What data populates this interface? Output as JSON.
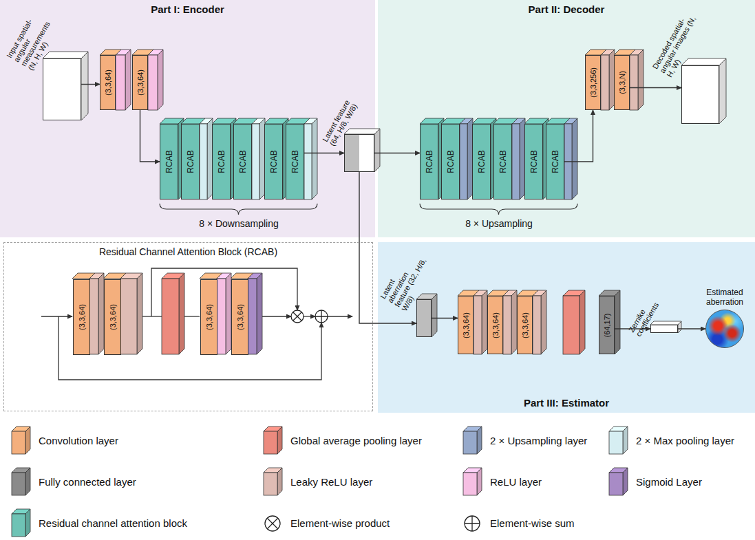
{
  "diagram": {
    "nodes": [
      {
        "text": [
          "Part I: Encoder"
        ]
      },
      {
        "text": [
          "Input spatial-angular measurements (N, H, W)"
        ],
        "in": 0
      },
      {
        "text": [
          "(3,3,64)"
        ],
        "in": 0
      },
      {
        "text": [
          "(3,3,64)"
        ],
        "in": 0
      },
      {
        "text": [
          "RCAB"
        ],
        "in": 0
      },
      {
        "text": [
          "RCAB"
        ],
        "in": 0
      },
      {
        "text": [
          "RCAB"
        ],
        "in": 0
      },
      {
        "text": [
          "RCAB"
        ],
        "in": 0
      },
      {
        "text": [
          "RCAB"
        ],
        "in": 0
      },
      {
        "text": [
          "RCAB"
        ],
        "in": 0
      },
      {
        "text": [
          "Latent feature (64, H/8, W/8)"
        ]
      },
      {
        "text": [
          "Part II: Decoder"
        ]
      },
      {
        "text": [
          "RCAB"
        ],
        "in": 11
      },
      {
        "text": [
          "RCAB"
        ],
        "in": 11
      },
      {
        "text": [
          "RCAB"
        ],
        "in": 11
      },
      {
        "text": [
          "RCAB"
        ],
        "in": 11
      },
      {
        "text": [
          "RCAB"
        ],
        "in": 11
      },
      {
        "text": [
          "RCAB"
        ],
        "in": 11
      },
      {
        "text": [
          "(3,3,256)"
        ],
        "in": 11
      },
      {
        "text": [
          "(3,3,N)"
        ],
        "in": 11
      },
      {
        "text": [
          "Decoded spatial-angular images (N, H, W)"
        ],
        "in": 11
      },
      {
        "text": [
          "Residual Channel Attention Block (RCAB)"
        ]
      },
      {
        "text": [
          "(3,3,64)"
        ],
        "in": 21
      },
      {
        "text": [
          "(3,3,64)"
        ],
        "in": 21
      },
      {
        "text": [
          "(3,3,64)"
        ],
        "in": 21
      },
      {
        "text": [
          "(3,3,64)"
        ],
        "in": 21
      },
      {
        "text": [
          "Part III: Estimator"
        ]
      },
      {
        "text": [
          "Latent aberration feature (32, H/8, W/8)"
        ],
        "in": 26
      },
      {
        "text": [
          "(3,3,64)"
        ],
        "in": 26
      },
      {
        "text": [
          "(3,3,64)"
        ],
        "in": 26
      },
      {
        "text": [
          "(3,3,64)"
        ],
        "in": 26
      },
      {
        "text": [
          "(64,17)"
        ],
        "in": 26
      },
      {
        "text": [
          "Zernike coefficients"
        ],
        "in": 26
      },
      {
        "text": [
          "Estimated aberration"
        ],
        "in": 26
      }
    ],
    "edges": [
      {
        "from": 1,
        "to": 2,
        "arrow": "to"
      },
      {
        "from": 3,
        "to": 4,
        "arrow": "to"
      },
      {
        "from": 9,
        "to": 10,
        "arrow": "to"
      },
      {
        "from": 10,
        "to": 12,
        "arrow": "to"
      },
      {
        "from": 17,
        "to": 18,
        "arrow": "to"
      },
      {
        "from": 19,
        "to": 20,
        "arrow": "to"
      },
      {
        "from": 10,
        "to": 27,
        "arrow": "to"
      },
      {
        "from": 27,
        "to": 28,
        "arrow": "to"
      },
      {
        "from": 31,
        "to": 32,
        "arrow": "to"
      },
      {
        "from": 32,
        "to": 33,
        "arrow": "to"
      }
    ],
    "labels": [
      "8 × Downsampling",
      "8 × Upsampling"
    ],
    "legend": [
      {
        "text": "Convolution layer",
        "color": "#F4AF7D"
      },
      {
        "text": "Global average pooling layer",
        "color": "#EC8A7E"
      },
      {
        "text": "2 × Upsampling layer",
        "color": "#96A9CB"
      },
      {
        "text": "2 × Max pooling layer",
        "color": "#D6EEF2"
      },
      {
        "text": "Fully connected layer",
        "color": "#8A8A8A"
      },
      {
        "text": "Leaky ReLU layer",
        "color": "#DFBCB4"
      },
      {
        "text": "ReLU layer",
        "color": "#F6BFE3"
      },
      {
        "text": "Sigmoid Layer",
        "color": "#A88BC6"
      },
      {
        "text": "Residual channel attention block",
        "color": "#6EC3B5"
      },
      {
        "text": "Element-wise product"
      },
      {
        "text": "Element-wise sum"
      }
    ]
  }
}
